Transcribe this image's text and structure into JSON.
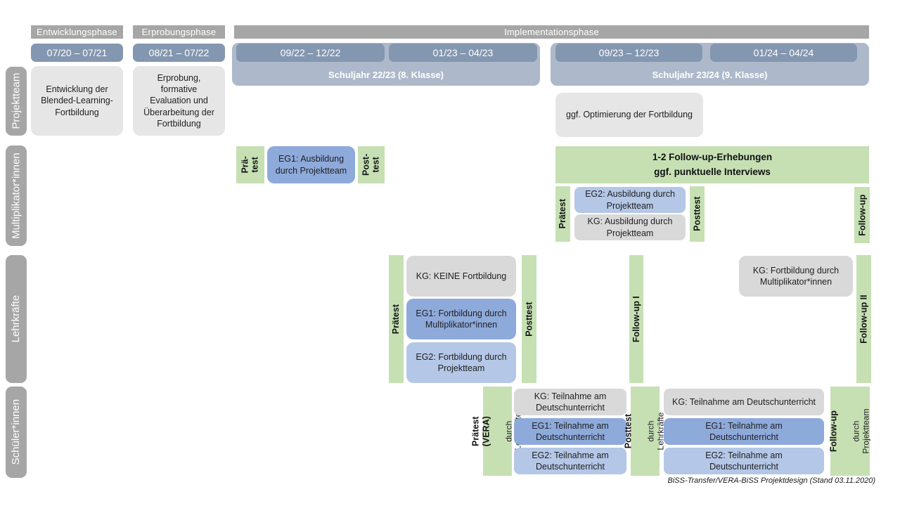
{
  "colors": {
    "phase_bar_gray": "#A6A6A6",
    "date_bar_blue": "#8497B0",
    "schuljahr_band_blue": "#ADB9CA",
    "green_test": "#C6E0B4",
    "eg1_blue": "#8EAADB",
    "eg2_blue": "#B4C7E7",
    "kg_gray": "#D9D9D9",
    "projektteam_box_gray": "#E7E6E6"
  },
  "phases": {
    "entwicklung": {
      "title": "Entwicklungsphase",
      "date": "07/20 – 07/21"
    },
    "erprobung": {
      "title": "Erprobungsphase",
      "date": "08/21 – 07/22"
    },
    "implementation": {
      "title": "Implementationsphase",
      "schuljahr1": {
        "label": "Schuljahr 22/23 (8. Klasse)",
        "dates": [
          "09/22 – 12/22",
          "01/23 – 04/23"
        ]
      },
      "schuljahr2": {
        "label": "Schuljahr 23/24 (9. Klasse)",
        "dates": [
          "09/23 – 12/23",
          "01/24 – 04/24"
        ]
      }
    }
  },
  "row_labels": {
    "projektteam": "Projektteam",
    "multiplikator": "Multiplikator*innen",
    "lehrkraefte": "Lehrkräfte",
    "schueler": "Schüler*innen"
  },
  "projektteam": {
    "entwicklung_box": "Entwicklung der Blended-Learning-Fortbildung",
    "erprobung_box": "Erprobung, formative Evaluation und Überarbeitung der Fortbildung",
    "optimierung_box": "ggf. Optimierung der Fortbildung"
  },
  "multiplikator": {
    "praetest_small": "Prä-\ntest",
    "eg1": "EG1: Ausbildung durch Projektteam",
    "posttest_small": "Post-\ntest",
    "followup_band": "1-2 Follow-up-Erhebungen\nggf. punktuelle Interviews",
    "praetest": "Prätest",
    "eg2": "EG2: Ausbildung durch Projektteam",
    "kg": "KG: Ausbildung durch Projektteam",
    "posttest": "Posttest",
    "followup": "Follow-up"
  },
  "lehrkraefte": {
    "praetest": "Prätest",
    "kg": "KG: KEINE Fortbildung",
    "eg1": "EG1: Fortbildung durch Multiplikator*innen",
    "eg2": "EG2: Fortbildung durch Projektteam",
    "posttest": "Posttest",
    "followup1": "Follow-up I",
    "kg2": "KG: Fortbildung durch Multiplikator*innen",
    "followup2": "Follow-up II"
  },
  "schueler": {
    "praetest_title": "Prätest (VERA)",
    "praetest_sub": "durch Lehrkräfte",
    "kg": "KG: Teilnahme am Deutschunterricht",
    "eg1": "EG1: Teilnahme am Deutschunterricht",
    "eg2": "EG2: Teilnahme am Deutschunterricht",
    "posttest_title": "Posttest",
    "posttest_sub": "durch Lehrkräfte",
    "kg2": "KG: Teilnahme am Deutschunterricht",
    "eg1_2": "EG1: Teilnahme am Deutschunterricht",
    "eg2_2": "EG2: Teilnahme am Deutschunterricht",
    "followup_title": "Follow-up",
    "followup_sub": "durch\nProjektteam"
  },
  "caption": "BiSS-Transfer/VERA-BiSS Projektdesign (Stand 03.11.2020)"
}
